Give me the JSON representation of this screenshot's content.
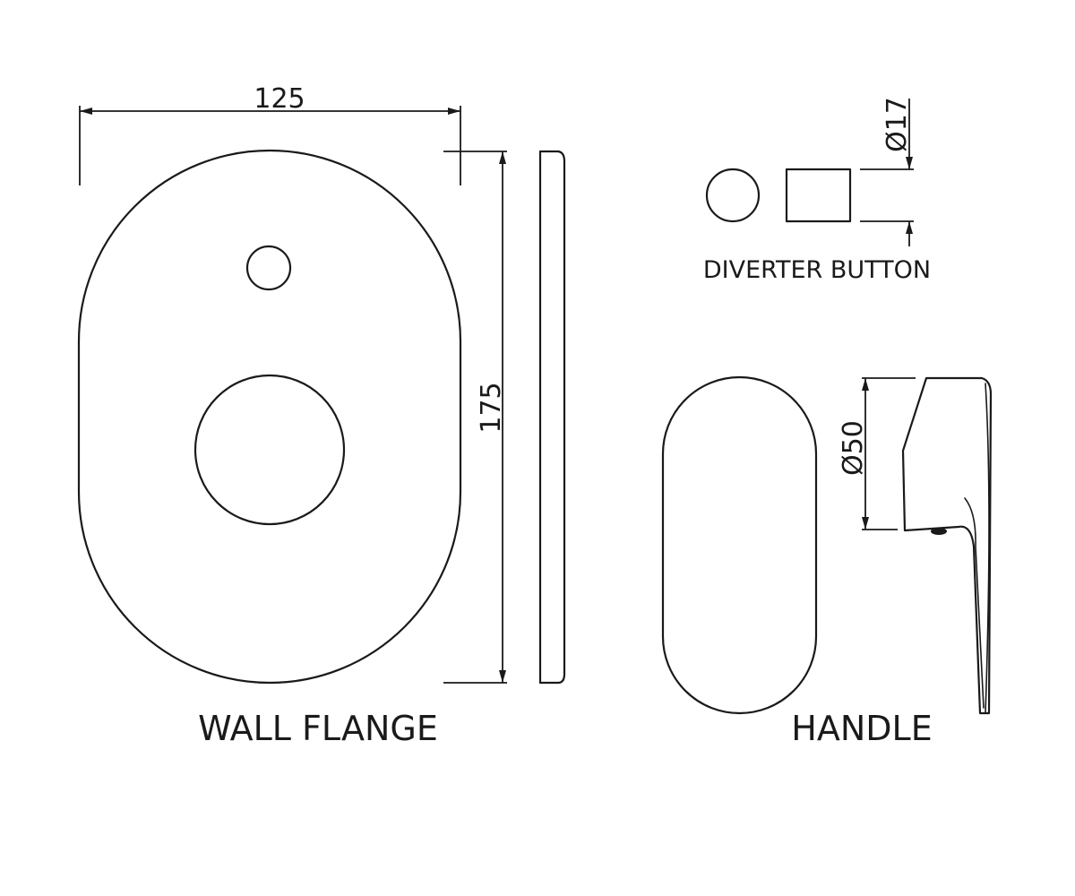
{
  "labels": {
    "wall_flange": "WALL FLANGE",
    "diverter_button": "DIVERTER BUTTON",
    "handle": "HANDLE"
  },
  "dimensions": {
    "flange_width": "125",
    "flange_height": "175",
    "button_diameter": "Ø17",
    "handle_diameter": "Ø50"
  }
}
